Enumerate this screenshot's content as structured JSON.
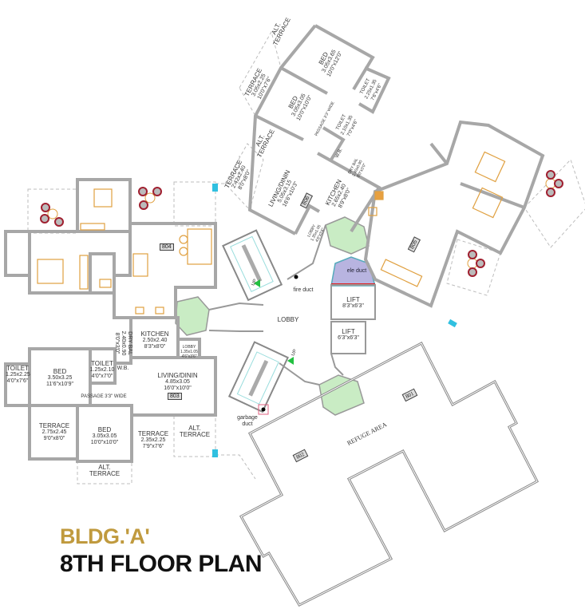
{
  "title": {
    "building": "BLDG.'A'",
    "floor": "8TH FLOOR PLAN"
  },
  "colors": {
    "wall": "#a7a7a7",
    "furniture": "#e0a040",
    "lobby_green": "#c9ecc4",
    "title_gold": "#c09a3e",
    "duct_fill": "#b8b4e0",
    "marker_cyan": "#30c0e0"
  },
  "units": {
    "u801": "801",
    "u802": "802",
    "u803": "803",
    "u804": "804",
    "u805": "805",
    "u806": "806"
  },
  "common": {
    "lobby": "LOBBY",
    "lift1": {
      "name": "LIFT",
      "dim": "8'3\"x6'3\""
    },
    "lift2": {
      "name": "LIFT",
      "dim": "6'3\"x6'3\""
    },
    "fire_duct": "fire duct",
    "ele_duct": "ele duct",
    "garbage_duct_1": "garbage",
    "garbage_duct_2": "duct",
    "up1": "UP",
    "up2": "UP",
    "refuge": "REFUGE AREA"
  },
  "flat803": {
    "toilet1": {
      "name": "TOILET",
      "m": "1.25x2.25",
      "ft": "4'0\"x7'6\""
    },
    "bed1": {
      "name": "BED",
      "m": "3.50x3.25",
      "ft": "11'6\"x10'9\""
    },
    "toilet2": {
      "name": "TOILET",
      "m": "1.25x2.10",
      "ft": "4'0\"x7'0\""
    },
    "wb": "W.B.",
    "drybal": {
      "name": "DRY BAL",
      "m": "2.40x0.90",
      "ft": "8'0\"x3'0\""
    },
    "kitchen": {
      "name": "KITCHEN",
      "m": "2.50x2.40",
      "ft": "8'3\"x8'0\""
    },
    "lobby": {
      "name": "LOBBY",
      "m": "1.35x1.05",
      "ft": "4'6\"x3'6\""
    },
    "living": {
      "name": "LIVING/DININ",
      "m": "4.85x3.05",
      "ft": "16'0\"x10'0\""
    },
    "passage": "PASSAGE 3'3\" WIDE",
    "terrace1": {
      "name": "TERRACE",
      "m": "2.75x2.45",
      "ft": "9'0\"x8'0\""
    },
    "bed2": {
      "name": "BED",
      "m": "3.05x3.05",
      "ft": "10'0\"x10'0\""
    },
    "terrace2": {
      "name": "TERRACE",
      "m": "2.35x2.25",
      "ft": "7'9\"x7'6\""
    },
    "alt1": {
      "a": "ALT.",
      "b": "TERRACE"
    },
    "alt2": {
      "a": "ALT.",
      "b": "TERRACE"
    }
  },
  "flat806": {
    "alt1": {
      "a": "ALT.",
      "b": "TERRACE"
    },
    "bed1": {
      "name": "BED",
      "m": "3.05x3.65",
      "ft": "10'0\"x12'0\""
    },
    "terrace1": {
      "name": "TERRACE",
      "m": "3.05x2.25",
      "ft": "10'0\"x7'6\""
    },
    "bed2": {
      "name": "BED",
      "m": "3.05x3.05",
      "ft": "10'0\"x10'0\""
    },
    "toilet1": {
      "name": "TOILET",
      "m": "2.25x1.35",
      "ft": "7'6\"x4'6\""
    },
    "toilet2": {
      "name": "TOILET",
      "m": "2.10x1.35",
      "ft": "7'0\"x4'6\""
    },
    "passage": "PASSAGE 3'3\" WIDE",
    "alt2": {
      "a": "ALT.",
      "b": "TERRACE"
    },
    "wb": "W.B.",
    "drybal": {
      "name": "DRY BAL",
      "m": "2.40x0.90",
      "ft": "8'0\"x3'0\""
    },
    "terrace2": {
      "name": "TERRACE",
      "m": "2.42x2.40",
      "ft": "8'0\"x8'0\""
    },
    "living": {
      "name": "LIVING/DININ",
      "m": "5.05x3.15",
      "ft": "16'6\"x10'3\""
    },
    "kitchen": {
      "name": "KITCHEN",
      "m": "2.65x2.40",
      "ft": "8'9\"x8'0\""
    },
    "lobby": {
      "name": "LOBBY",
      "m": "1.35x1.05",
      "ft": "4'6\"x3'6\""
    }
  }
}
